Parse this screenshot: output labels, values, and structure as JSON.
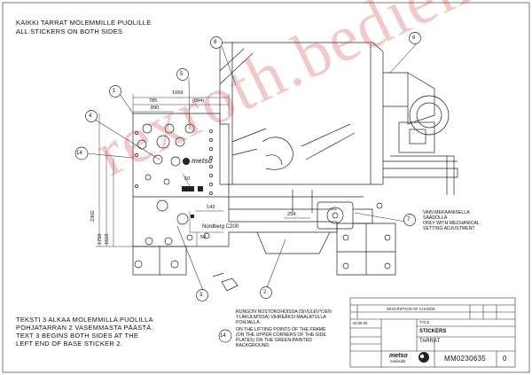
{
  "header": {
    "fi": "KAIKKI TARRAT MOLEMMILLE PUOLILLE",
    "en": "ALL STICKERS ON BOTH SIDES"
  },
  "callouts": [
    "1",
    "2",
    "3",
    "4",
    "5",
    "6",
    "7",
    "8",
    "14",
    "14"
  ],
  "dimensions": {
    "d1669": "1669",
    "d785": "785",
    "d884": "(884)",
    "d890": "890",
    "d50a": "50",
    "d143": "143",
    "d254": "254",
    "d50b": "50",
    "d2300": "2300",
    "d1750": "1750",
    "d1610": "1610"
  },
  "labels": {
    "nordberg": "Nordberg C200",
    "metso_body": "metso"
  },
  "notes": {
    "adjust_fi1": "VAIN MEKAANISELLA",
    "adjust_fi2": "SÄÄDÖLLÄ",
    "adjust_en1": "ONLY WITH MECHANICAL",
    "adjust_en2": "SETTING ADJUSTMENT",
    "text3_l1": "TEKSTI 3 ALKAA MOLEMMILLA PUOLILLA",
    "text3_l2": "POHJATARRAN 2 VASEMMASTA PÄÄSTÄ.",
    "text3_l3": "TEXT 3 BEGINS BOTH SIDES AT THE",
    "text3_l4": "LEFT END OF BASE STICKER 2.",
    "lift_l1": "RUNGON NOSTOKOHDISSA (SIVULEVYJEN",
    "lift_l2": "YLÄKULMISSA) VIHREÄKSI MAALATULLA",
    "lift_l3": "POHJALLA.",
    "lift_l4": "ON THE LIFTING POINTS OF THE FRAME",
    "lift_l5": "(ON THE UPPER CORNERS OF THE SIDE",
    "lift_l6": "PLATES) ON THE GREEN-PAINTED",
    "lift_l7": "BACKGROUND."
  },
  "title_block": {
    "rev_header": "DESCRIPTION OF CHANGE",
    "title_label": "TITLE",
    "title_fi": "TARRAT",
    "title_en": "STICKERS",
    "drawing_number": "MM0230635",
    "revision": "0",
    "brand": "metso",
    "brand_sub": "minerals",
    "date": "28.06.06"
  },
  "watermark": "rexroth.bediener"
}
